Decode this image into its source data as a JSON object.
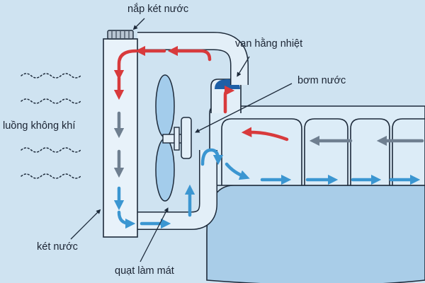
{
  "labels": {
    "radiator_cap": "nắp két nước",
    "thermostat_valve": "van hằng nhiệt",
    "water_pump": "bơm nước",
    "airflow": "luồng không khí",
    "radiator": "két nước",
    "cooling_fan": "quạt làm mát"
  },
  "colors": {
    "background": "#cfe3f1",
    "outline": "#1d2a3a",
    "radiator_fill": "#e8f2fa",
    "engine_block": "#a9cde8",
    "water_jacket": "#dcecf7",
    "pipe_fill": "#e3eff8",
    "fan_blade": "#a3cceb",
    "hot_coolant": "#d83a3c",
    "cooled_coolant": "#6f7f90",
    "cold_coolant": "#3b96d1",
    "thermostat_cap": "#1e5fa6"
  },
  "icons": [
    "airflow-wave-icon",
    "flow-arrow-icon",
    "fan-icon",
    "radiator-cap-icon",
    "thermostat-icon"
  ]
}
